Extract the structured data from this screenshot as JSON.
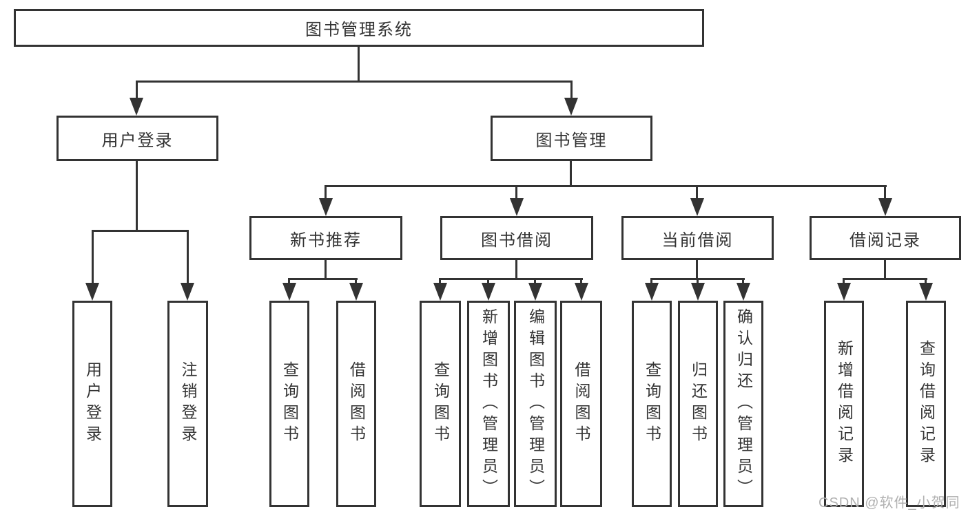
{
  "colors": {
    "line": "#333333",
    "box_background": "#ffffff",
    "watermark_text": "#b0b0b0"
  },
  "tree": {
    "root": {
      "label": "图书管理系统"
    },
    "branches": [
      {
        "label": "用户登录",
        "children": [
          {
            "label": "用户登录"
          },
          {
            "label": "注销登录"
          }
        ]
      },
      {
        "label": "图书管理",
        "children": [
          {
            "label": "新书推荐",
            "children": [
              {
                "label": "查询图书"
              },
              {
                "label": "借阅图书"
              }
            ]
          },
          {
            "label": "图书借阅",
            "children": [
              {
                "label": "查询图书"
              },
              {
                "label": "新增图书（管理员）"
              },
              {
                "label": "编辑图书（管理员）"
              },
              {
                "label": "借阅图书"
              }
            ]
          },
          {
            "label": "当前借阅",
            "children": [
              {
                "label": "查询图书"
              },
              {
                "label": "归还图书"
              },
              {
                "label": "确认归还（管理员）"
              }
            ]
          },
          {
            "label": "借阅记录",
            "children": [
              {
                "label": "新增借阅记录"
              },
              {
                "label": "查询借阅记录"
              }
            ]
          }
        ]
      }
    ]
  },
  "watermark": "CSDN @软件_小贺同学"
}
